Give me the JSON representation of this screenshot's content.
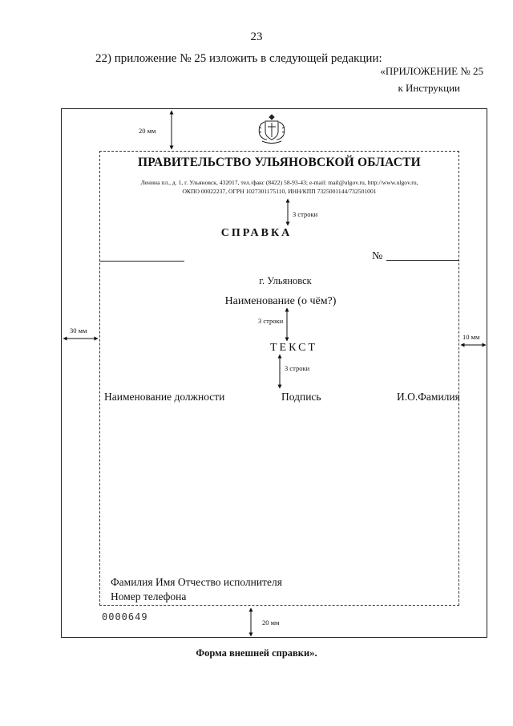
{
  "page_number": "23",
  "intro_text": "22) приложение № 25 изложить в следующей редакции:",
  "appendix": {
    "line1": "«ПРИЛОЖЕНИЕ № 25",
    "line2": "к Инструкции"
  },
  "form": {
    "organization": "ПРАВИТЕЛЬСТВО УЛЬЯНОВСКОЙ ОБЛАСТИ",
    "address_line1": "Ленина пл., д. 1, г. Ульяновск, 432017, тел./факс (8422) 58-93-43; e-mail: mail@ulgov.ru, http://www.ulgov.ru,",
    "address_line2": "ОКПО 00022237, ОГРН 1027301175110, ИНН/КПП 7325001144/732501001",
    "doc_title": "СПРАВКА",
    "number_sign": "№",
    "city": "г. Ульяновск",
    "subject": "Наименование (о чём?)",
    "body": "ТЕКСТ",
    "signature": {
      "position": "Наименование должности",
      "sign": "Подпись",
      "name": "И.О.Фамилия"
    },
    "executor": {
      "name": "Фамилия Имя Отчество исполнителя",
      "phone": "Номер телефона"
    },
    "doc_number": "0000649"
  },
  "dimensions": {
    "top": "20 мм",
    "left": "30 мм",
    "right": "10 мм",
    "bottom": "20 мм",
    "lines_a": "3 строки",
    "lines_b": "3 строки",
    "lines_c": "3 строки"
  },
  "caption": "Форма внешней справки»."
}
